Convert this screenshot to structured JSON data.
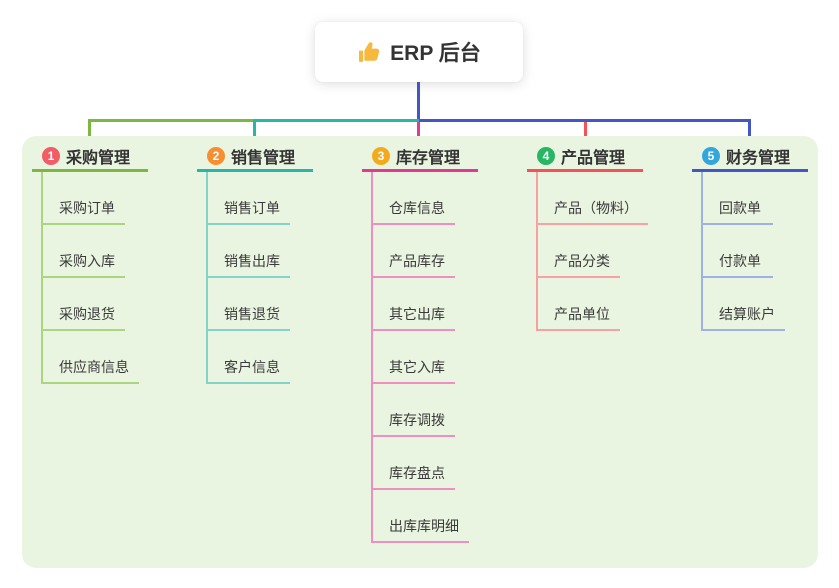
{
  "root": {
    "title": "ERP 后台",
    "icon": "thumbs-up-icon"
  },
  "colors": {
    "trunk": "#4356c6",
    "panel_bg": "#eaf5e1",
    "root_card_bg": "#ffffff",
    "thumb_icon": "#f6b93d",
    "title_text": "#333333",
    "child_text": "#3a3a3a"
  },
  "branches": [
    {
      "index": "1",
      "title": "采购管理",
      "badge_color": "#f25c67",
      "line_color": "#7cb73f",
      "child_line_color": "#a9d67e",
      "children": [
        "采购订单",
        "采购入库",
        "采购退货",
        "供应商信息"
      ]
    },
    {
      "index": "2",
      "title": "销售管理",
      "badge_color": "#f78e32",
      "line_color": "#28b6aa",
      "child_line_color": "#83d3c8",
      "children": [
        "销售订单",
        "销售出库",
        "销售退货",
        "客户信息"
      ]
    },
    {
      "index": "3",
      "title": "库存管理",
      "badge_color": "#f2ab1d",
      "line_color": "#e03a92",
      "child_line_color": "#ee8ec1",
      "children": [
        "仓库信息",
        "产品库存",
        "其它出库",
        "其它入库",
        "库存调拨",
        "库存盘点",
        "出库库明细"
      ]
    },
    {
      "index": "4",
      "title": "产品管理",
      "badge_color": "#27b764",
      "line_color": "#f65156",
      "child_line_color": "#f8a0a2",
      "children": [
        "产品（物料）",
        "产品分类",
        "产品单位"
      ]
    },
    {
      "index": "5",
      "title": "财务管理",
      "badge_color": "#33a7dc",
      "line_color": "#4356c6",
      "child_line_color": "#9db1e5",
      "children": [
        "回款单",
        "付款单",
        "结算账户"
      ]
    }
  ]
}
